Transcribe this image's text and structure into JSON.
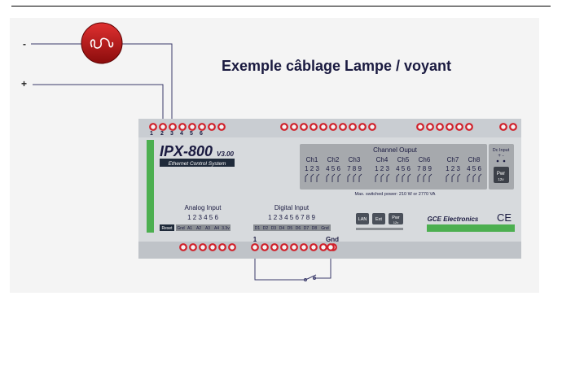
{
  "title": "Exemple câblage Lampe / voyant",
  "wire_labels": {
    "minus": "-",
    "plus": "+"
  },
  "device": {
    "name": "IPX-800",
    "version": "V3.00",
    "subtitle": "Ethernet Control System",
    "manufacturer": "GCE Electronics",
    "ce_mark": "CE",
    "top_terminal_numbers": [
      "1",
      "2",
      "3",
      "4",
      "5",
      "6"
    ],
    "channel_output": {
      "title": "Channel Ouput",
      "channels": [
        {
          "label": "Ch1",
          "pins": "1 2 3"
        },
        {
          "label": "Ch2",
          "pins": "4 5 6"
        },
        {
          "label": "Ch3",
          "pins": "7 8 9"
        },
        {
          "label": "Ch4",
          "pins": "1 2 3"
        },
        {
          "label": "Ch5",
          "pins": "4 5 6"
        },
        {
          "label": "Ch6",
          "pins": "7 8 9"
        },
        {
          "label": "Ch7",
          "pins": "1 2 3"
        },
        {
          "label": "Ch8",
          "pins": "4 5 6"
        }
      ],
      "power_note": "Max. switched power: 210 W or 2770 VA"
    },
    "dc_input": {
      "label": "Dc Input",
      "polarity": "+ -",
      "pwr_label": "Pwr",
      "pwr_voltage": "12v"
    },
    "analog_input": {
      "title": "Analog Input",
      "numbers": "1 2 3 4 5 6",
      "labels": [
        "Gnd",
        "A1",
        "A2",
        "A3",
        "A4",
        "3.3v"
      ],
      "reset_label": "Reset"
    },
    "digital_input": {
      "title": "Digital Input",
      "numbers": "1 2 3 4 5 6 7 8 9",
      "labels": [
        "D1",
        "D2",
        "D3",
        "D4",
        "D5",
        "D6",
        "D7",
        "D8",
        "Gnd"
      ]
    },
    "status_leds": [
      {
        "label": "LAN",
        "sub": ""
      },
      {
        "label": "Ext",
        "sub": ""
      },
      {
        "label": "Pwr",
        "sub": "12v"
      }
    ],
    "bottom_wire_labels": {
      "left": "1",
      "right": "Gnd"
    }
  },
  "colors": {
    "terminal": "#d0202a",
    "panel": "#c9cdd2",
    "bar_green": "#4caf50",
    "channel_box": "#a6a9ad",
    "title": "#1a1a40"
  }
}
